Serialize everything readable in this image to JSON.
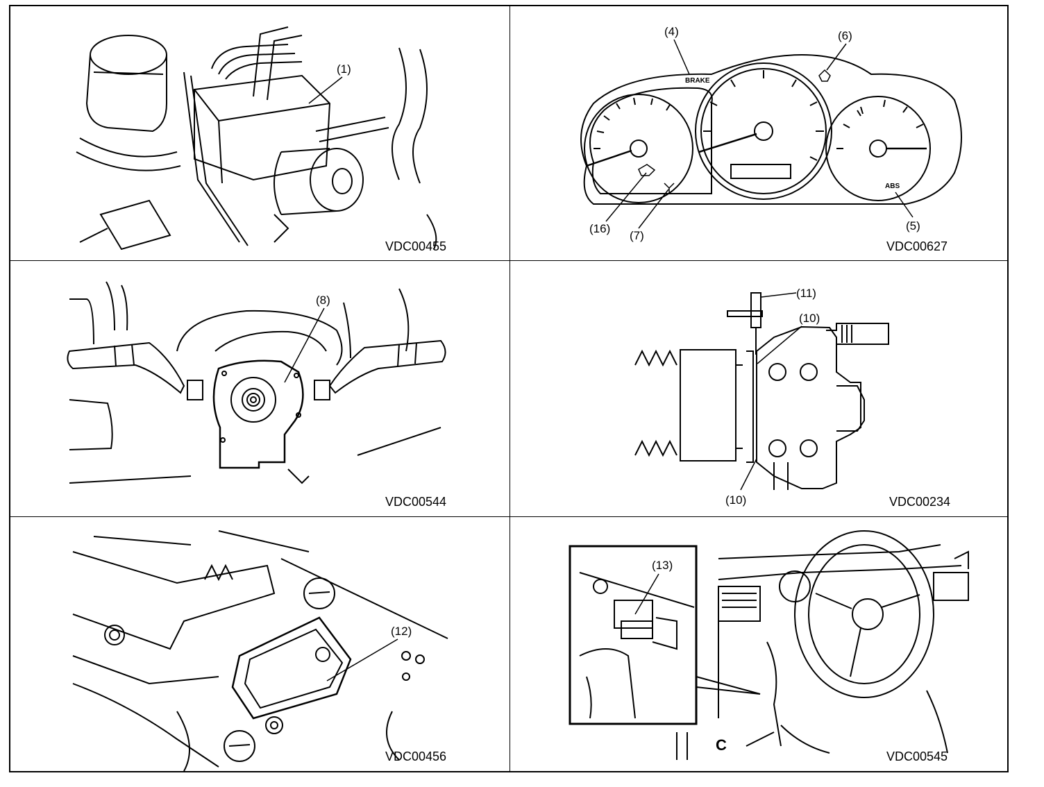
{
  "panels": [
    {
      "code": "VDC00455",
      "callouts": [
        "(1)"
      ]
    },
    {
      "code": "VDC00627",
      "callouts": [
        "(4)",
        "(6)",
        "(16)",
        "(7)",
        "(5)"
      ],
      "gauge_text": {
        "brake": "BRAKE",
        "abs": "ABS"
      }
    },
    {
      "code": "VDC00544",
      "callouts": [
        "(8)"
      ]
    },
    {
      "code": "VDC00234",
      "callouts": [
        "(11)",
        "(10)",
        "(10)"
      ]
    },
    {
      "code": "VDC00456",
      "callouts": [
        "(12)"
      ]
    },
    {
      "code": "VDC00545",
      "callouts": [
        "(13)"
      ]
    }
  ]
}
